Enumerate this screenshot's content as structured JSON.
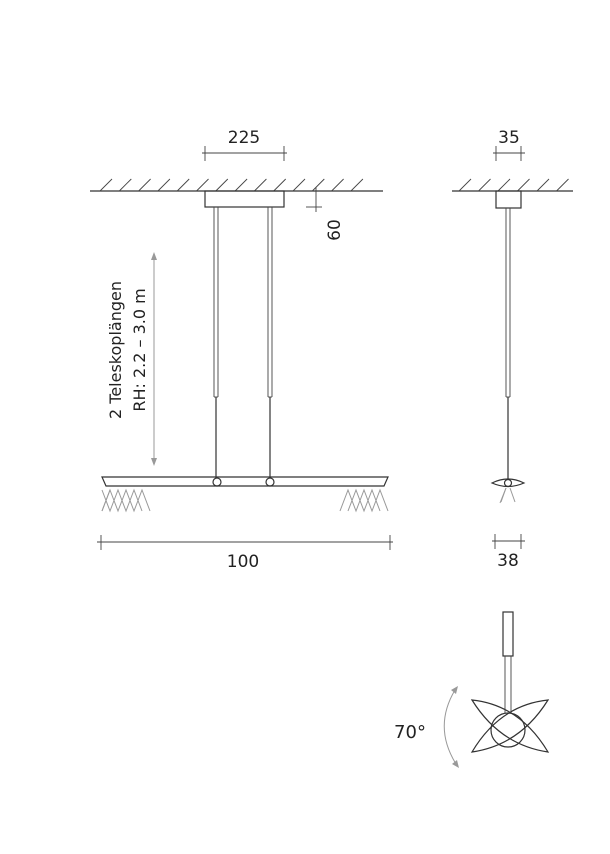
{
  "front_view": {
    "canopy_width": "225",
    "canopy_height": "60",
    "suspension_note_line1": "2 Teleskoplängen",
    "suspension_note_line2": "RH: 2.2 – 3.0 m",
    "length": "100"
  },
  "side_view": {
    "canopy_depth": "35",
    "luminaire_depth": "38"
  },
  "detail_view": {
    "tilt_angle": "70°"
  }
}
